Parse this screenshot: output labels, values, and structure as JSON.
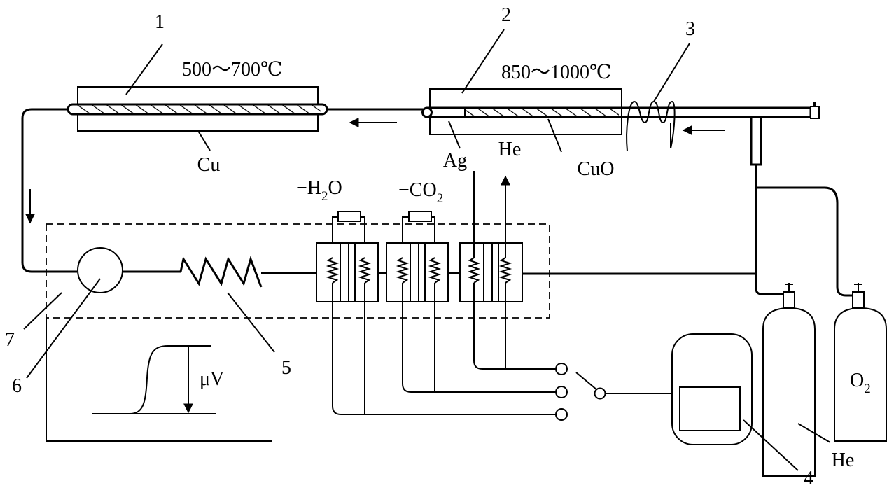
{
  "labels": {
    "n1": "1",
    "n2": "2",
    "n3": "3",
    "n4": "4",
    "n5": "5",
    "n6": "6",
    "n7": "7",
    "temp1": "500～700℃",
    "temp2": "850～1000℃",
    "cu": "Cu",
    "ag": "Ag",
    "cuo": "CuO",
    "he_out": "He",
    "he_tank": "He",
    "o2_main": "O",
    "o2_sub": "2",
    "h2o_pre": "−H",
    "h2o_sub": "2",
    "h2o_post": "O",
    "co2_pre": "−CO",
    "co2_sub": "2",
    "signal": "μV"
  }
}
